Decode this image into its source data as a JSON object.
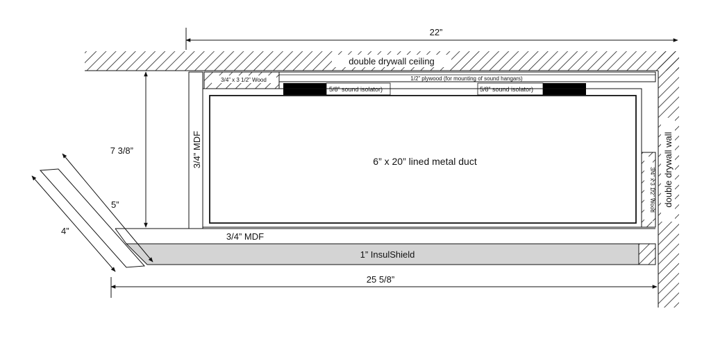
{
  "diagram": {
    "labels": {
      "top_width": "22”",
      "ceiling": "double drywall ceiling",
      "plywood": "1/2” plywood (for mounting of sound hangars)",
      "wood_top": "3/4” x 3 1/2” Wood",
      "isolator_left": "5/8” sound isolator)",
      "isolator_right": "5/8” sound isolator)",
      "height": "7 3/8”",
      "mdf_vertical": "3/4” MDF",
      "duct": "6” x 20” lined metal duct",
      "wood_side": "3/4” x 3 1/2” Wood",
      "wall": "double drywall wall",
      "dim_5": "5”",
      "dim_4": "4”",
      "mdf_bottom": "3/4” MDF",
      "insulshield": "1” InsulShield",
      "bottom_width": "25 5/8”"
    },
    "colors": {
      "line": "#111111",
      "insulshield_fill": "#d4d4d4",
      "isolator_fill": "#000000",
      "hatch": "#222222"
    }
  }
}
